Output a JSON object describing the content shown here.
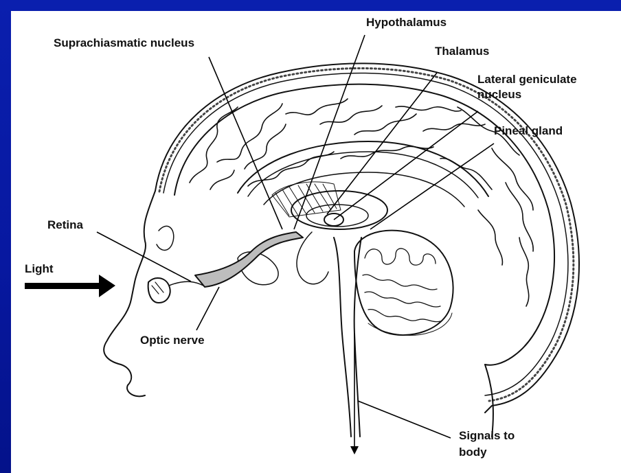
{
  "diagram": {
    "labels": {
      "suprachiasmatic": "Suprachiasmatic nucleus",
      "hypothalamus": "Hypothalamus",
      "thalamus": "Thalamus",
      "lateral_geniculate_1": "Lateral geniculate",
      "lateral_geniculate_2": "nucleus",
      "pineal": "Pineal gland",
      "retina": "Retina",
      "light": "Light",
      "optic_nerve": "Optic nerve",
      "signals_1": "Signals to",
      "signals_2": "body"
    }
  }
}
